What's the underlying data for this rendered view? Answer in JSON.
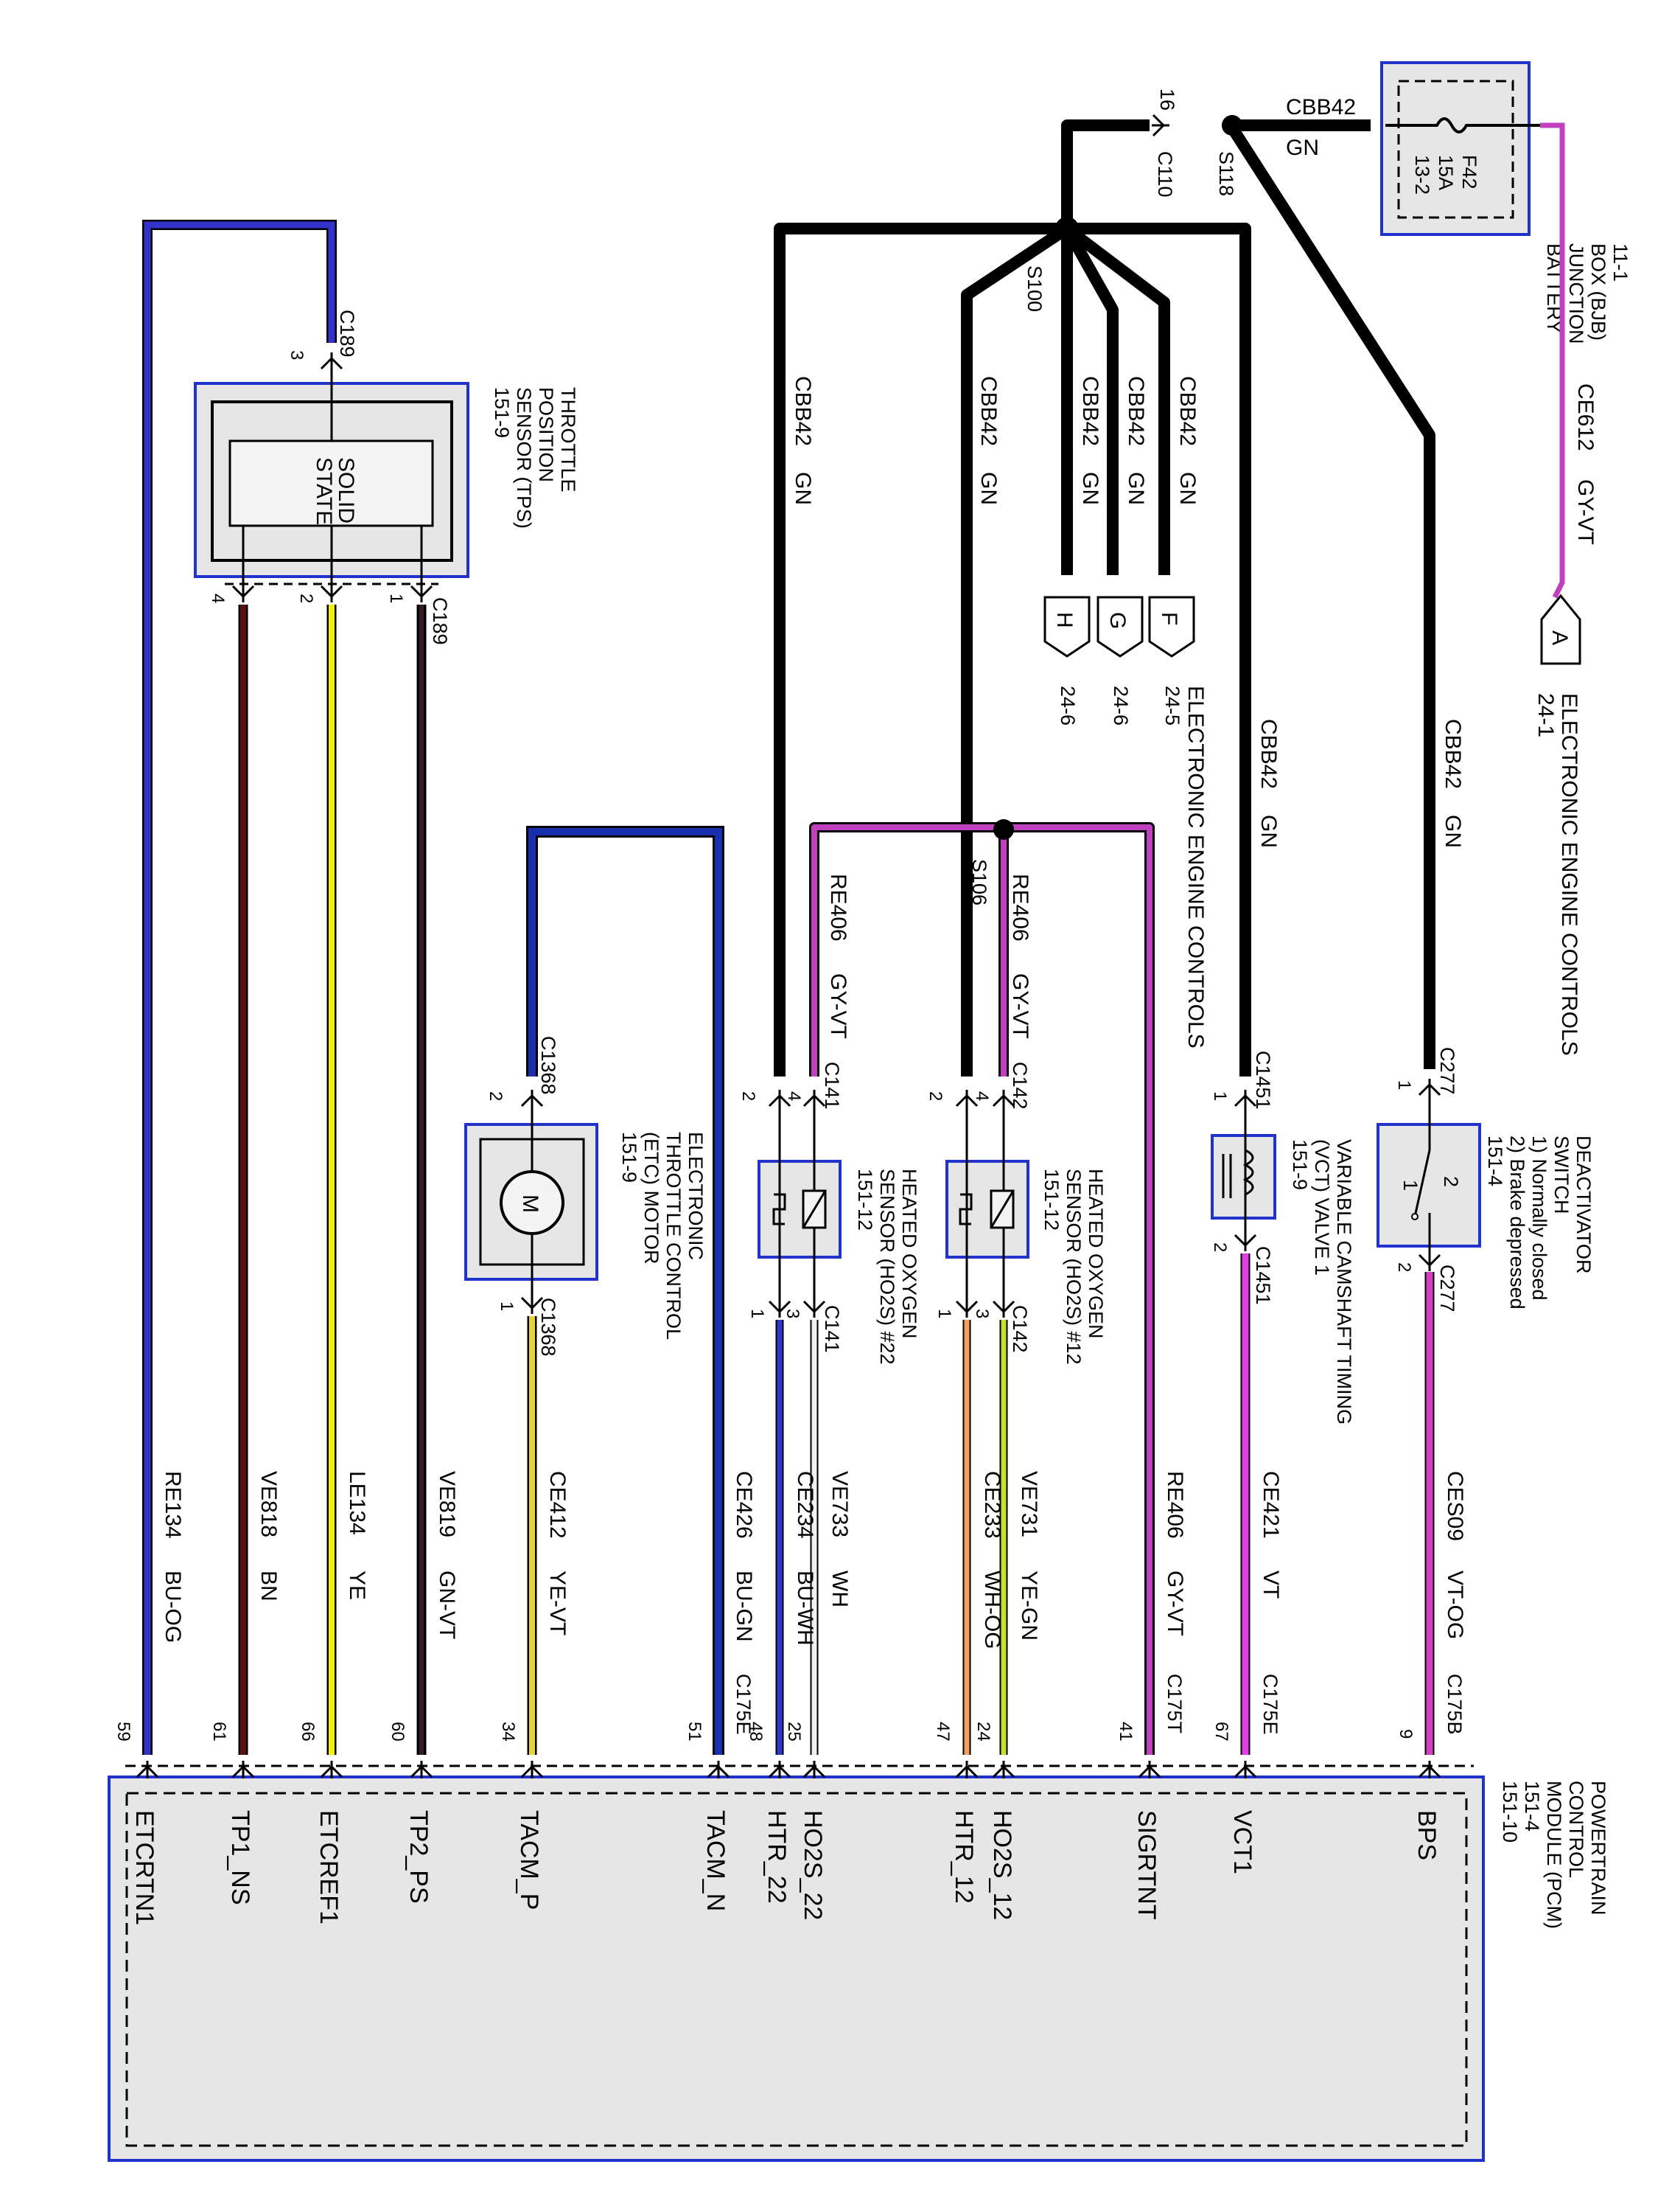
{
  "diagram": {
    "colors": {
      "background": "#ffffff",
      "box_border": "#2233cc",
      "box_fill": "#e6e6e6",
      "inner_fill": "#f4f4f4",
      "gn_wire": "#000000",
      "gyvt": "#c040c0",
      "buog": "#3333cc",
      "bn": "#5a1010",
      "ye": "#f2f200",
      "gnvt": "#3a1a2a",
      "yevt": "#e6d23c",
      "bugn": "#1a2eb0",
      "buwh": "#2a3ad0",
      "wh": "#f0f0f0",
      "whog": "#f0a060",
      "yegn": "#c8e030",
      "vt": "#e040e0",
      "vtog": "#d040c0"
    },
    "bjb": {
      "fuse": "F42",
      "rating": "15A",
      "ref": "13-2",
      "name_lines": [
        "BATTERY",
        "JUNCTION",
        "BOX (BJB)",
        "11-1"
      ]
    },
    "top_labels": {
      "cbb42": "CBB42",
      "gn": "GN",
      "c110_pin": "16",
      "c110": "C110",
      "s118": "S118",
      "s100": "S100",
      "s106": "S106"
    },
    "ce612": {
      "circuit": "CE612",
      "color": "GY-VT",
      "connector_pin": "A",
      "eec_lines": [
        "ELECTRONIC ENGINE CONTROLS",
        "24-1"
      ]
    },
    "eec_group": {
      "pins": [
        "H",
        "G",
        "F"
      ],
      "refs": [
        "24-6",
        "24-6",
        "24-5"
      ],
      "label": "ELECTRONIC ENGINE CONTROLS"
    },
    "vertical_labels": [
      {
        "circuit": "CBB42",
        "color": "GN"
      },
      {
        "circuit": "CBB42",
        "color": "GN"
      },
      {
        "circuit": "CBB42",
        "color": "GN"
      },
      {
        "circuit": "CBB42",
        "color": "GN"
      },
      {
        "circuit": "CBB42",
        "color": "GN"
      },
      {
        "circuit": "CBB42",
        "color": "GN"
      },
      {
        "circuit": "CBB42",
        "color": "GN"
      },
      {
        "circuit": "RE406",
        "color": "GY-VT"
      },
      {
        "circuit": "RE406",
        "color": "GY-VT"
      }
    ],
    "tps": {
      "title_lines": [
        "THROTTLE",
        "POSITION",
        "SENSOR (TPS)",
        "151-9"
      ],
      "inner_lines": [
        "SOLID",
        "STATE"
      ],
      "connector": "C189",
      "pin_top": "3",
      "pins": [
        "4",
        "2",
        "1"
      ]
    },
    "etc": {
      "title_lines": [
        "ELECTRONIC",
        "THROTTLE CONTROL",
        "(ETC) MOTOR",
        "151-9"
      ],
      "motor": "M",
      "connector": "C1368",
      "pin_top": "2",
      "pin_bottom": "1"
    },
    "ho2s22": {
      "title_lines": [
        "HEATED OXYGEN",
        "SENSOR (HO2S) #22",
        "151-12"
      ],
      "connector": "C141",
      "pins_top": [
        "2",
        "4"
      ],
      "pins_bottom": [
        "1",
        "3"
      ]
    },
    "ho2s12": {
      "title_lines": [
        "HEATED OXYGEN",
        "SENSOR (HO2S) #12",
        "151-12"
      ],
      "connector": "C142",
      "pins_top": [
        "2",
        "4"
      ],
      "pins_bottom": [
        "1",
        "3"
      ]
    },
    "vct": {
      "title_lines": [
        "VARIABLE CAMSHAFT TIMING",
        "(VCT) VALVE 1",
        "151-9"
      ],
      "connector": "C1451",
      "pin_top": "1",
      "pin_bottom": "2"
    },
    "deactivator": {
      "title_lines": [
        "DEACTIVATOR",
        "SWITCH",
        "1) Normally closed",
        "2) Brake depressed",
        "151-4"
      ],
      "connector": "C277",
      "pin_top": "1",
      "pin_bottom": "2",
      "contact_1": "1",
      "contact_2": "2"
    },
    "wires": [
      {
        "circuit": "RE134",
        "color": "BU-OG",
        "pin": "59",
        "signal": "ETCRTN1"
      },
      {
        "circuit": "VE818",
        "color": "BN",
        "pin": "61",
        "signal": "TP1_NS"
      },
      {
        "circuit": "LE134",
        "color": "YE",
        "pin": "66",
        "signal": "ETCREF1"
      },
      {
        "circuit": "VE819",
        "color": "GN-VT",
        "pin": "60",
        "signal": "TP2_PS"
      },
      {
        "circuit": "CE412",
        "color": "YE-VT",
        "pin": "34",
        "signal": "TACM_P"
      },
      {
        "circuit": "CE426",
        "color": "BU-GN",
        "pin": "51",
        "signal": "TACM_N",
        "connector": "C175E"
      },
      {
        "circuit": "CE234",
        "color": "BU-WH",
        "pin": "48",
        "signal": "HTR_22"
      },
      {
        "circuit": "VE733",
        "color": "WH",
        "pin": "25",
        "signal": "HO2S_22"
      },
      {
        "circuit": "CE233",
        "color": "WH-OG",
        "pin": "47",
        "signal": "HTR_12"
      },
      {
        "circuit": "VE731",
        "color": "YE-GN",
        "pin": "24",
        "signal": "HO2S_12"
      },
      {
        "circuit": "RE406",
        "color": "GY-VT",
        "pin": "41",
        "signal": "SIGRTNT",
        "connector": "C175T"
      },
      {
        "circuit": "CE421",
        "color": "VT",
        "pin": "67",
        "signal": "VCT1",
        "connector": "C175E"
      },
      {
        "circuit": "CES09",
        "color": "VT-OG",
        "pin": "9",
        "signal": "BPS",
        "connector": "C175B"
      }
    ],
    "pcm": {
      "title_lines": [
        "POWERTRAIN",
        "CONTROL",
        "MODULE (PCM)",
        "151-4",
        "151-10"
      ]
    }
  }
}
